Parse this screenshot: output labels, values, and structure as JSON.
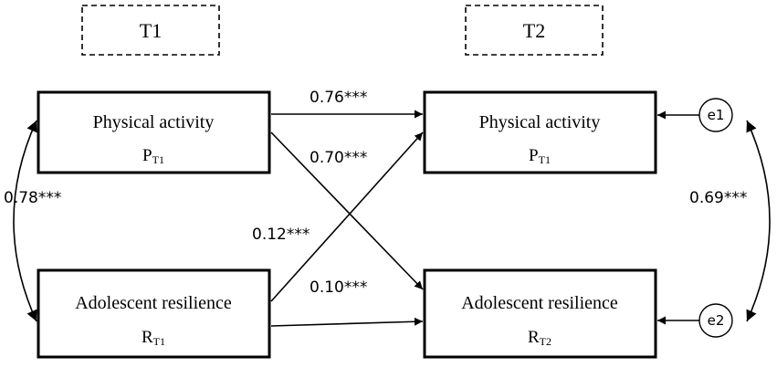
{
  "time_labels": {
    "t1": "T1",
    "t2": "T2"
  },
  "nodes": {
    "p_t1": {
      "label": "Physical activity",
      "symbol": "P",
      "subscript": "T1"
    },
    "r_t1": {
      "label": "Adolescent resilience",
      "symbol": "R",
      "subscript": "T1"
    },
    "p_t2": {
      "label": "Physical activity",
      "symbol": "P",
      "subscript": "T1"
    },
    "r_t2": {
      "label": "Adolescent resilience",
      "symbol": "R",
      "subscript": "T2"
    }
  },
  "errors": {
    "e1": "e1",
    "e2": "e2"
  },
  "paths": {
    "p_to_p": "0.76***",
    "p_to_r": "0.70***",
    "r_to_p": "0.12***",
    "r_to_r": "0.10***",
    "cov_t1": "0.78***",
    "cov_errors": "0.69***"
  }
}
